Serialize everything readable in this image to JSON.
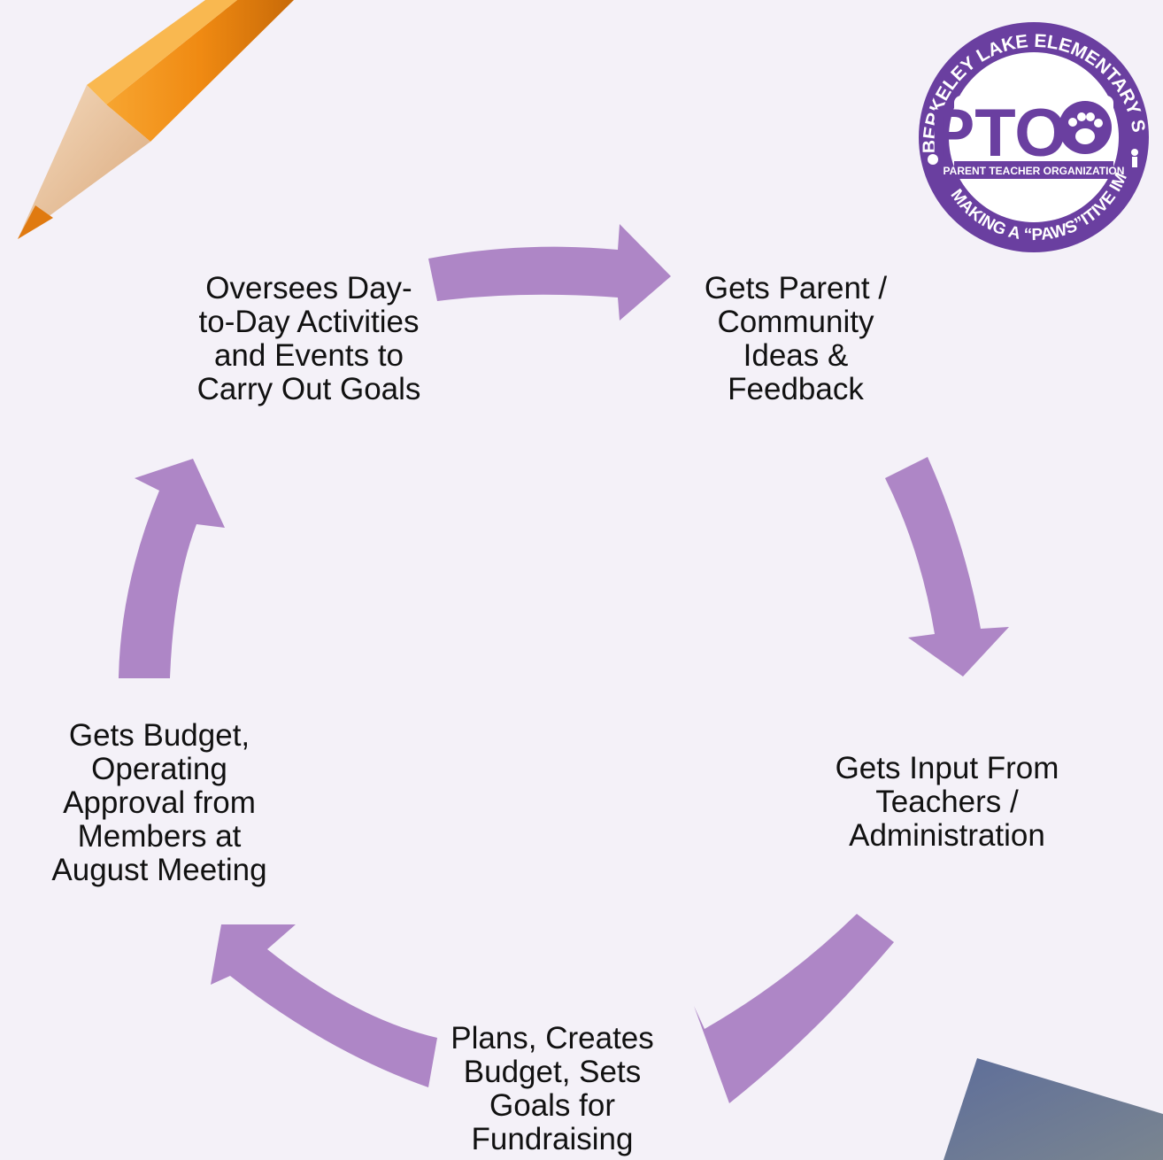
{
  "diagram": {
    "type": "cycle",
    "arrow_color": "#ae86c6",
    "steps": [
      "Oversees Day-\nto-Day Activities\nand Events to\nCarry Out Goals",
      "Gets Parent /\nCommunity\nIdeas &\nFeedback",
      "Gets Input From\nTeachers /\nAdministration",
      "Plans, Creates\nBudget, Sets\nGoals for\nFundraising",
      "Gets Budget,\nOperating\nApproval from\nMembers at\nAugust Meeting"
    ]
  },
  "logo": {
    "ring_top": "BERKELEY LAKE ELEMENTARY SCHOOL",
    "ring_bottom": "MAKING A “PAWS”ITIVE IMPACT",
    "acronym": "PTO",
    "subtitle": "PARENT TEACHER ORGANIZATION",
    "primary_color": "#6a3fa0"
  },
  "decor": {
    "pencil_icon": "pencil-icon",
    "corner_shape_color": "#6a7a99"
  }
}
